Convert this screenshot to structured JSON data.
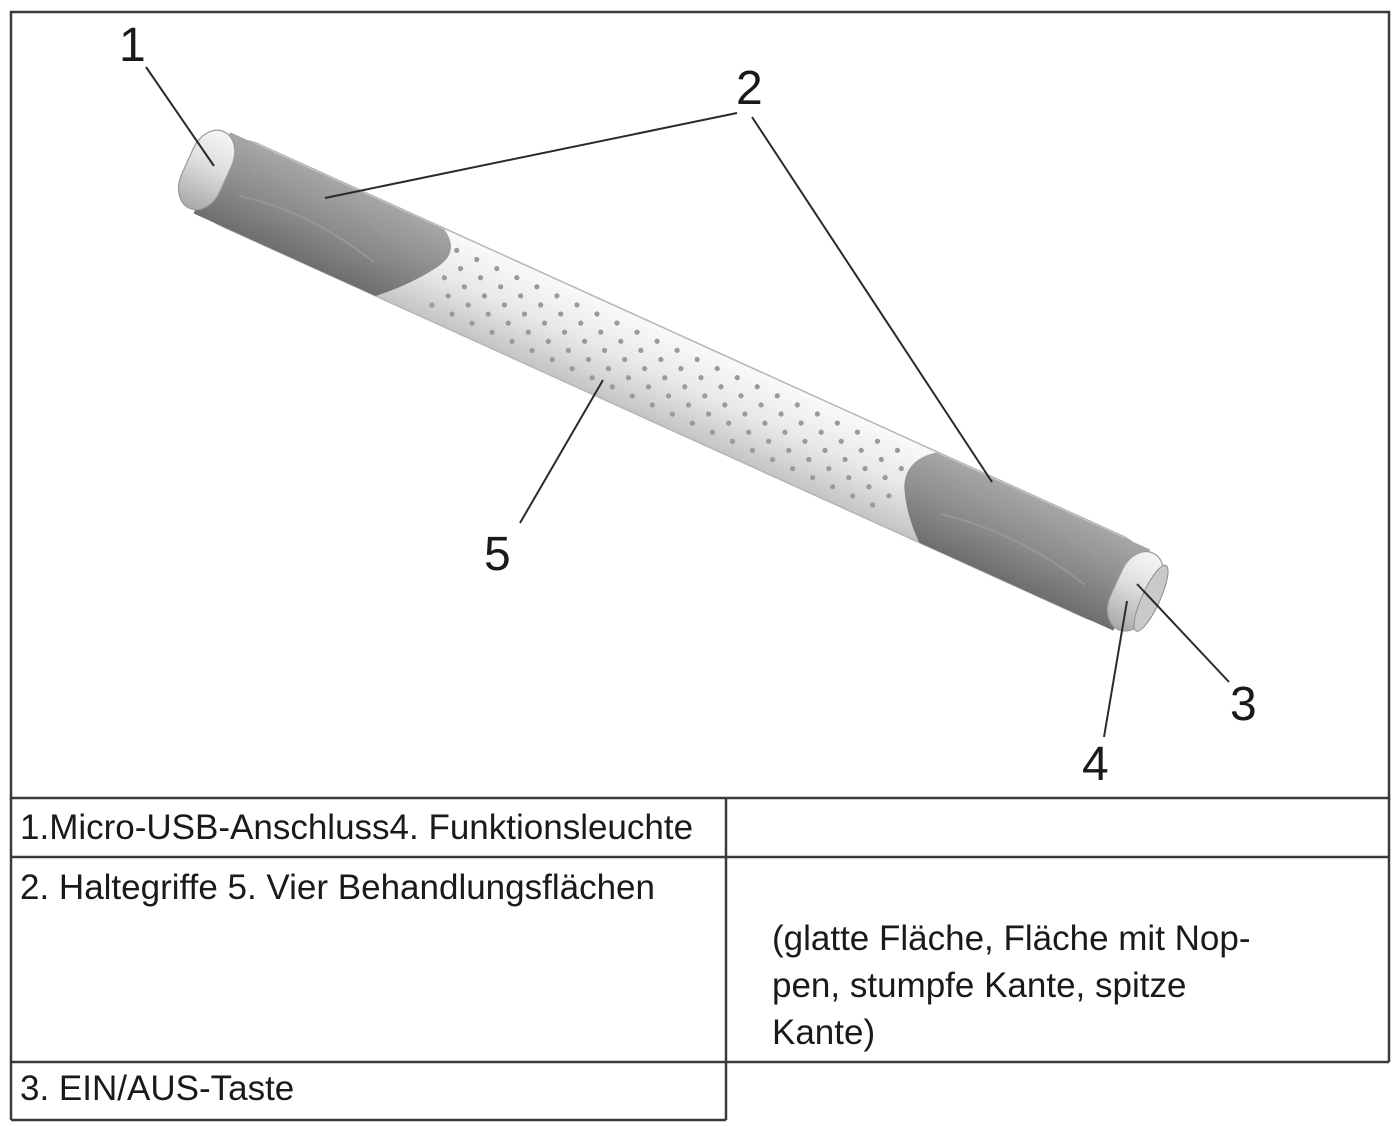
{
  "diagram": {
    "callouts": [
      "1",
      "2",
      "3",
      "4",
      "5"
    ]
  },
  "legend": {
    "row1": "1.Micro-USB-Anschluss4. Funktionsleuchte",
    "row2": "2. Haltegriffe 5. Vier Behandlungsflächen",
    "row2_detail": "(glatte Fläche, Fläche mit Nop-\npen, stumpfe Kante, spitze\nKante)",
    "row3": "3. EIN/AUS-Taste"
  },
  "colors": {
    "border": "#3a3a3a",
    "grip": "#8e8e8e",
    "body": "#ececec",
    "dots": "#9a9a9a",
    "cap": "#dcdcdc"
  }
}
